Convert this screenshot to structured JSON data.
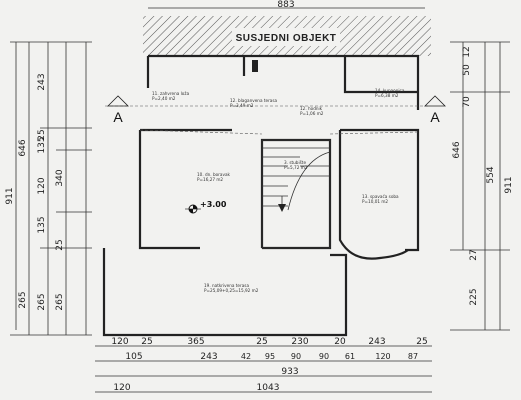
{
  "neighbor": {
    "label": "SUSJEDNI OBJEKT"
  },
  "section": {
    "left": "A",
    "right": "A"
  },
  "level": {
    "mark": "+3.00"
  },
  "rooms": [
    {
      "name": "11. zahvrena loža",
      "area": "P=2,40 m2"
    },
    {
      "name": "12. blaganvena terasa",
      "area": "P=3,49 m2"
    },
    {
      "name": "14. kupaonica",
      "area": "P=6,38 m2"
    },
    {
      "name": "12. hodnik",
      "area": "P=1,06 m2"
    },
    {
      "name": "3. stubište",
      "area": "P=5,72 m2"
    },
    {
      "name": "10. dn. boravak",
      "area": "P=16,27 m2"
    },
    {
      "name": "13. spavaća soba",
      "area": "P=10,01 m2"
    },
    {
      "name": "19. natkrivena terasa",
      "area": "P=25,09+0,25=15,92 m2"
    }
  ],
  "dims": {
    "top": "883",
    "left_outer": "911",
    "left_mid": [
      "646",
      "265"
    ],
    "left_inner": [
      "135",
      "120",
      "135",
      "265"
    ],
    "left_small": [
      "243",
      "25",
      "340",
      "25"
    ],
    "right_top": [
      "70",
      "50",
      "12"
    ],
    "right_mid": [
      "646",
      "554",
      "911"
    ],
    "right_bottom": [
      "27",
      "225"
    ],
    "bottom_row1": [
      "120",
      "25",
      "365",
      "25",
      "230",
      "20",
      "243",
      "25"
    ],
    "bottom_row2": [
      "105",
      "243",
      "42",
      "95",
      "90",
      "90",
      "61",
      "120",
      "87"
    ],
    "bottom_row3": "933",
    "bottom_row4": [
      "120",
      "1043"
    ]
  }
}
